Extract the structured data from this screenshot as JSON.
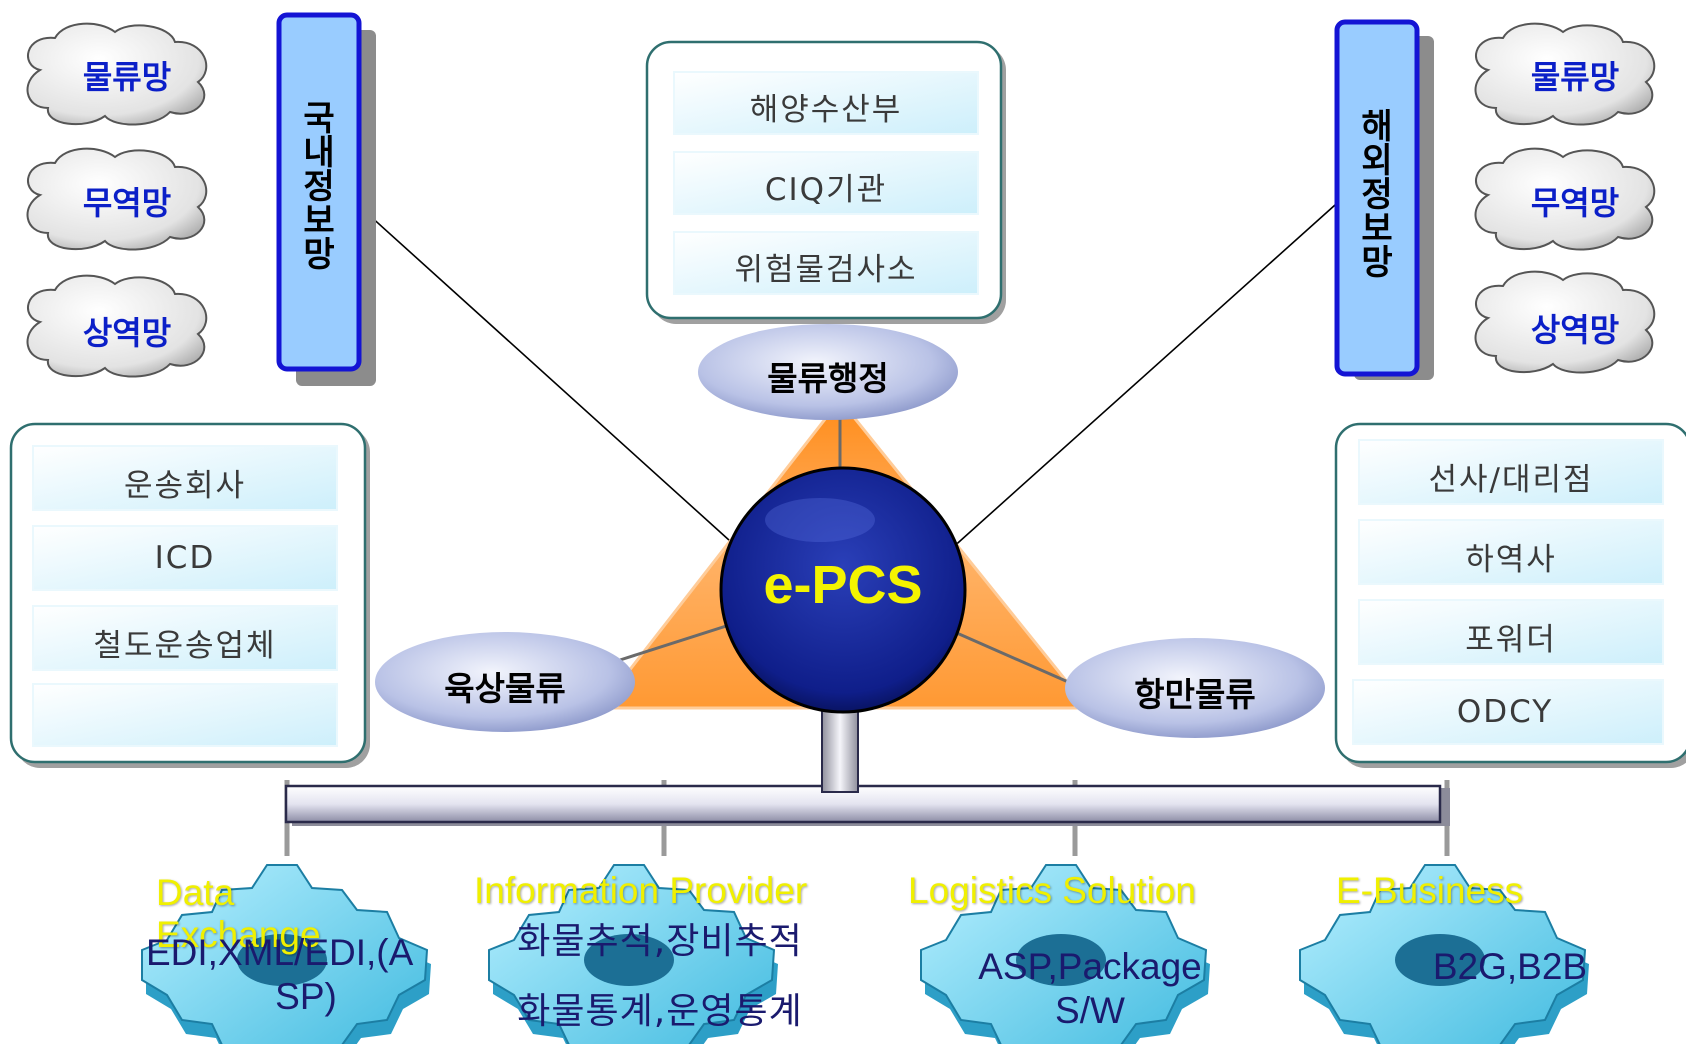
{
  "clouds_left": [
    "물류망",
    "무역망",
    "상역망"
  ],
  "clouds_right": [
    "물류망",
    "무역망",
    "상역망"
  ],
  "domestic_network": "국내정보망",
  "overseas_network": "해외정보망",
  "top_box": [
    "해양수산부",
    "CIQ기관",
    "위험물검사소"
  ],
  "left_box": [
    "운송회사",
    "ICD",
    "철도운송업체",
    ""
  ],
  "right_box": [
    "선사/대리점",
    "하역사",
    "포워더",
    "ODCY"
  ],
  "core": "e-PCS",
  "ovals": {
    "top": "물류행정",
    "left": "육상물류",
    "right": "항만물류"
  },
  "gears": [
    {
      "title": "Data Exchange",
      "lines": [
        "EDI,XML/EDI,(A",
        "SP)"
      ]
    },
    {
      "title": "Information Provider",
      "lines": [
        "화물추적,장비추적",
        "화물통계,운영통계"
      ]
    },
    {
      "title": "Logistics Solution",
      "lines": [
        "ASP,Package",
        "S/W"
      ]
    },
    {
      "title": "E-Business",
      "lines": [
        "B2G,B2B"
      ]
    }
  ],
  "colors": {
    "cloud_text": "#0b1fc8",
    "network_bar": "#99ccff",
    "network_bar_border": "#1414d4",
    "cell_fill": "#dff4fc",
    "box_border": "#2f6f6f",
    "triangle": "#ff9933",
    "core_sphere": "#1a2a9c",
    "core_text": "#f4f400",
    "gear": "#55c8e8",
    "gear_title": "#f0f000"
  }
}
